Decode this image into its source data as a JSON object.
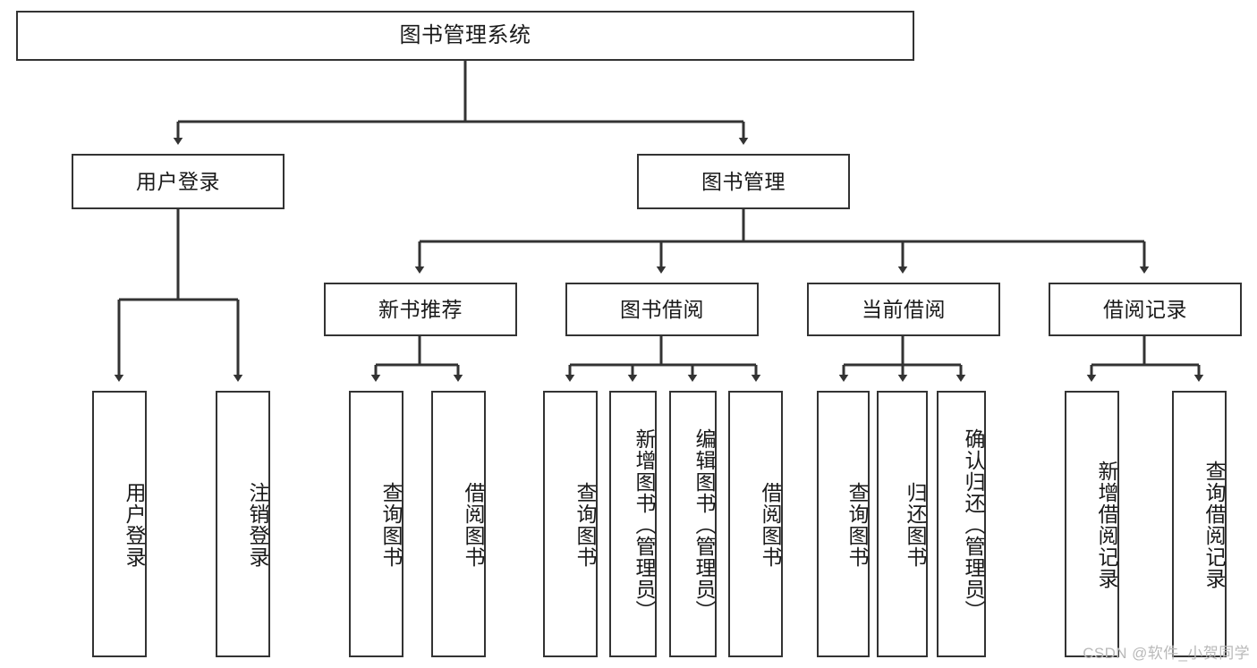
{
  "diagram": {
    "title": "图书管理系统",
    "type": "tree",
    "colors": {
      "background": "#ffffff",
      "box_border": "#333333",
      "box_fill": "#ffffff",
      "text": "#1a1a1a",
      "edge": "#333333",
      "watermark": "#b9b9b9"
    },
    "nodes": {
      "root": {
        "label": "图书管理系统",
        "orientation": "horizontal"
      },
      "level2": [
        {
          "id": "user-login",
          "label": "用户登录",
          "orientation": "horizontal"
        },
        {
          "id": "book-manage",
          "label": "图书管理",
          "orientation": "horizontal"
        }
      ],
      "level3": [
        {
          "id": "new-book-recommend",
          "label": "新书推荐",
          "orientation": "horizontal"
        },
        {
          "id": "book-borrow",
          "label": "图书借阅",
          "orientation": "horizontal"
        },
        {
          "id": "current-borrow",
          "label": "当前借阅",
          "orientation": "horizontal"
        },
        {
          "id": "borrow-record",
          "label": "借阅记录",
          "orientation": "horizontal"
        }
      ],
      "leaves": [
        {
          "id": "leaf-user-login",
          "label": "用户登录",
          "parent": "user-login",
          "orientation": "vertical"
        },
        {
          "id": "leaf-logout-login",
          "label": "注销登录",
          "parent": "user-login",
          "orientation": "vertical"
        },
        {
          "id": "leaf-query-book-1",
          "label": "查询图书",
          "parent": "new-book-recommend",
          "orientation": "vertical"
        },
        {
          "id": "leaf-borrow-book-1",
          "label": "借阅图书",
          "parent": "new-book-recommend",
          "orientation": "vertical"
        },
        {
          "id": "leaf-query-book-2",
          "label": "查询图书",
          "parent": "book-borrow",
          "orientation": "vertical"
        },
        {
          "id": "leaf-add-book",
          "label": "新增图书（管理员）",
          "parent": "book-borrow",
          "orientation": "vertical"
        },
        {
          "id": "leaf-edit-book",
          "label": "编辑图书（管理员）",
          "parent": "book-borrow",
          "orientation": "vertical"
        },
        {
          "id": "leaf-borrow-book-2",
          "label": "借阅图书",
          "parent": "book-borrow",
          "orientation": "vertical"
        },
        {
          "id": "leaf-query-book-3",
          "label": "查询图书",
          "parent": "current-borrow",
          "orientation": "vertical"
        },
        {
          "id": "leaf-return-book",
          "label": "归还图书",
          "parent": "current-borrow",
          "orientation": "vertical"
        },
        {
          "id": "leaf-confirm-return",
          "label": "确认归还（管理员）",
          "parent": "current-borrow",
          "orientation": "vertical"
        },
        {
          "id": "leaf-add-record",
          "label": "新增借阅记录",
          "parent": "borrow-record",
          "orientation": "vertical"
        },
        {
          "id": "leaf-query-record",
          "label": "查询借阅记录",
          "parent": "borrow-record",
          "orientation": "vertical"
        }
      ]
    },
    "edges": [
      {
        "from": "root",
        "to": "user-login"
      },
      {
        "from": "root",
        "to": "book-manage"
      },
      {
        "from": "book-manage",
        "to": "new-book-recommend"
      },
      {
        "from": "book-manage",
        "to": "book-borrow"
      },
      {
        "from": "book-manage",
        "to": "current-borrow"
      },
      {
        "from": "book-manage",
        "to": "borrow-record"
      },
      {
        "from": "user-login",
        "to": "leaf-user-login"
      },
      {
        "from": "user-login",
        "to": "leaf-logout-login"
      },
      {
        "from": "new-book-recommend",
        "to": "leaf-query-book-1"
      },
      {
        "from": "new-book-recommend",
        "to": "leaf-borrow-book-1"
      },
      {
        "from": "book-borrow",
        "to": "leaf-query-book-2"
      },
      {
        "from": "book-borrow",
        "to": "leaf-add-book"
      },
      {
        "from": "book-borrow",
        "to": "leaf-edit-book"
      },
      {
        "from": "book-borrow",
        "to": "leaf-borrow-book-2"
      },
      {
        "from": "current-borrow",
        "to": "leaf-query-book-3"
      },
      {
        "from": "current-borrow",
        "to": "leaf-return-book"
      },
      {
        "from": "current-borrow",
        "to": "leaf-confirm-return"
      },
      {
        "from": "borrow-record",
        "to": "leaf-add-record"
      },
      {
        "from": "borrow-record",
        "to": "leaf-query-record"
      }
    ]
  },
  "watermark": {
    "text": "CSDN @软件_小贺同学"
  }
}
